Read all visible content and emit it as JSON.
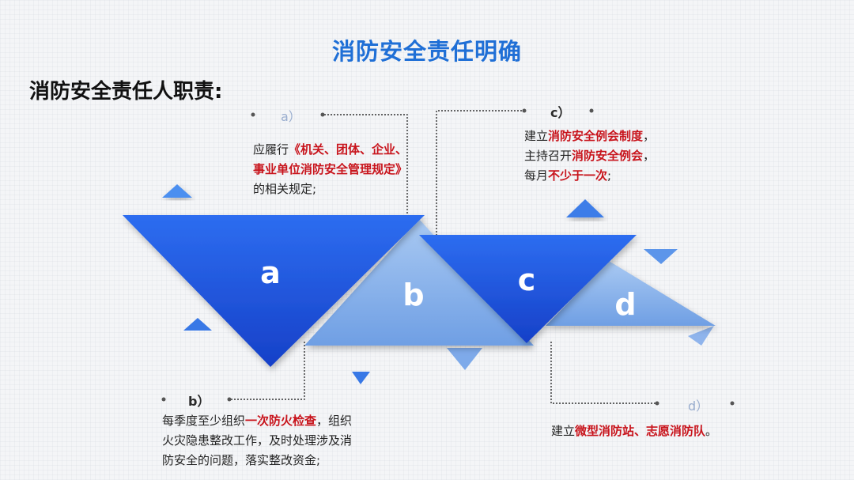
{
  "title": "消防安全责任明确",
  "subtitle": "消防安全责任人职责:",
  "colors": {
    "accent": "#1f6fd6",
    "highlight": "#c8141c",
    "dark_blue": "#1d4fd6",
    "light_blue": "#8fb8ee"
  },
  "triangles": {
    "a": "a",
    "b": "b",
    "c": "c",
    "d": "d"
  },
  "items": {
    "a": {
      "marker": "a）",
      "parts": [
        "应履行",
        "《机关、团体、企业、事业单位消防安全管理规定》",
        "的相关规定;"
      ]
    },
    "b": {
      "marker": "b）",
      "parts": [
        "每季度至少组织",
        "一次防火检查",
        "，组织火灾隐患整改工作，及时处理涉及消防安全的问题，落实整改资金;"
      ]
    },
    "c": {
      "marker": "c）",
      "parts": [
        "建立",
        "消防安全例会制度",
        "，主持召开",
        "消防安全例会",
        "，每月",
        "不少于一次",
        ";"
      ]
    },
    "d": {
      "marker": "d）",
      "parts": [
        "建立",
        "微型消防站、志愿消防队",
        "。"
      ]
    }
  }
}
